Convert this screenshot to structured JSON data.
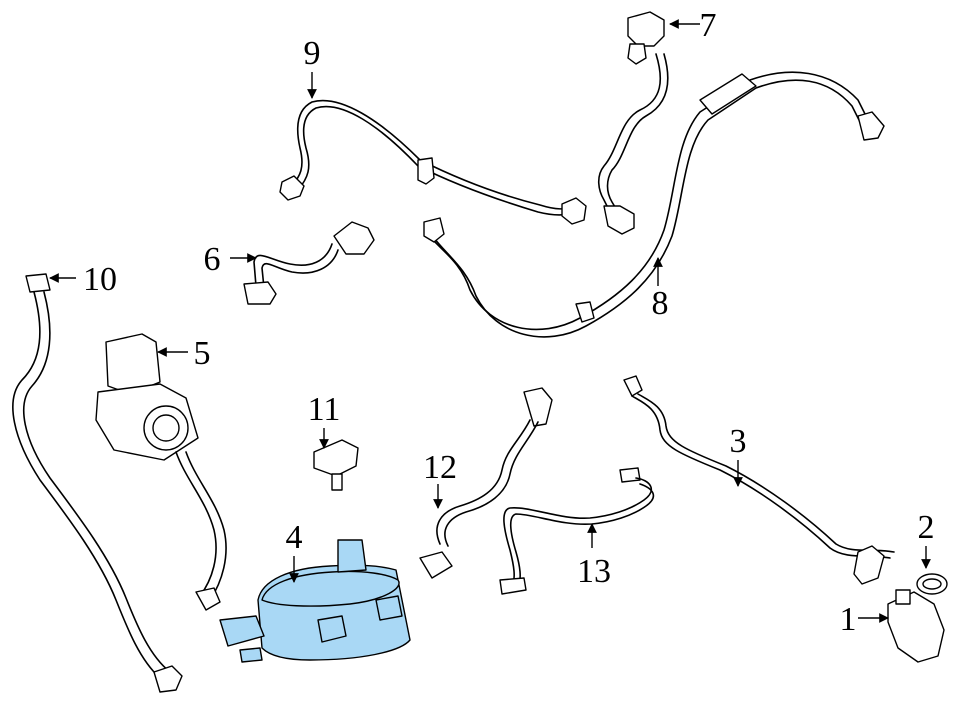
{
  "callouts": [
    {
      "id": "1",
      "label": "1"
    },
    {
      "id": "2",
      "label": "2"
    },
    {
      "id": "3",
      "label": "3"
    },
    {
      "id": "4",
      "label": "4"
    },
    {
      "id": "5",
      "label": "5"
    },
    {
      "id": "6",
      "label": "6"
    },
    {
      "id": "7",
      "label": "7"
    },
    {
      "id": "8",
      "label": "8"
    },
    {
      "id": "9",
      "label": "9"
    },
    {
      "id": "10",
      "label": "10"
    },
    {
      "id": "11",
      "label": "11"
    },
    {
      "id": "12",
      "label": "12"
    },
    {
      "id": "13",
      "label": "13"
    }
  ],
  "colors": {
    "highlight": "#a9d8f5",
    "line": "#000000",
    "background": "#ffffff"
  },
  "highlighted_part": "4"
}
